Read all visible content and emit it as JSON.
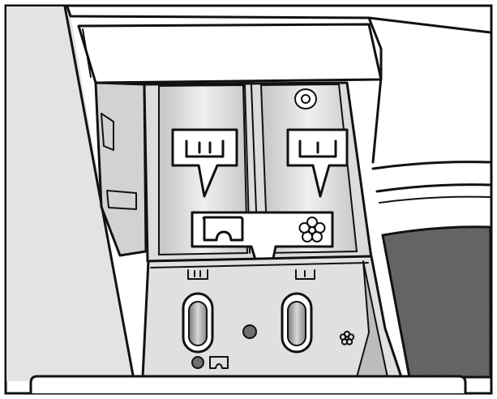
{
  "illustration": {
    "subject": "washing-machine-detergent-dispenser-drawer",
    "compartments": [
      {
        "id": "prewash",
        "symbol_icon": "roman-two-symbol"
      },
      {
        "id": "main-wash",
        "symbol_icon": "roman-one-symbol"
      },
      {
        "id": "softener",
        "symbol_icon": "flower-symbol"
      }
    ],
    "callout_icons": [
      "roman-two-symbol",
      "roman-one-symbol",
      "softener-box-symbol",
      "flower-symbol"
    ],
    "colors": {
      "outline": "#111111",
      "background": "#ffffff",
      "cabinet_grey": "#e4e4e4",
      "drawer_grey": "#d0d0d0",
      "drum_grey": "#6a6a6a",
      "knob_grey": "#999999"
    }
  }
}
